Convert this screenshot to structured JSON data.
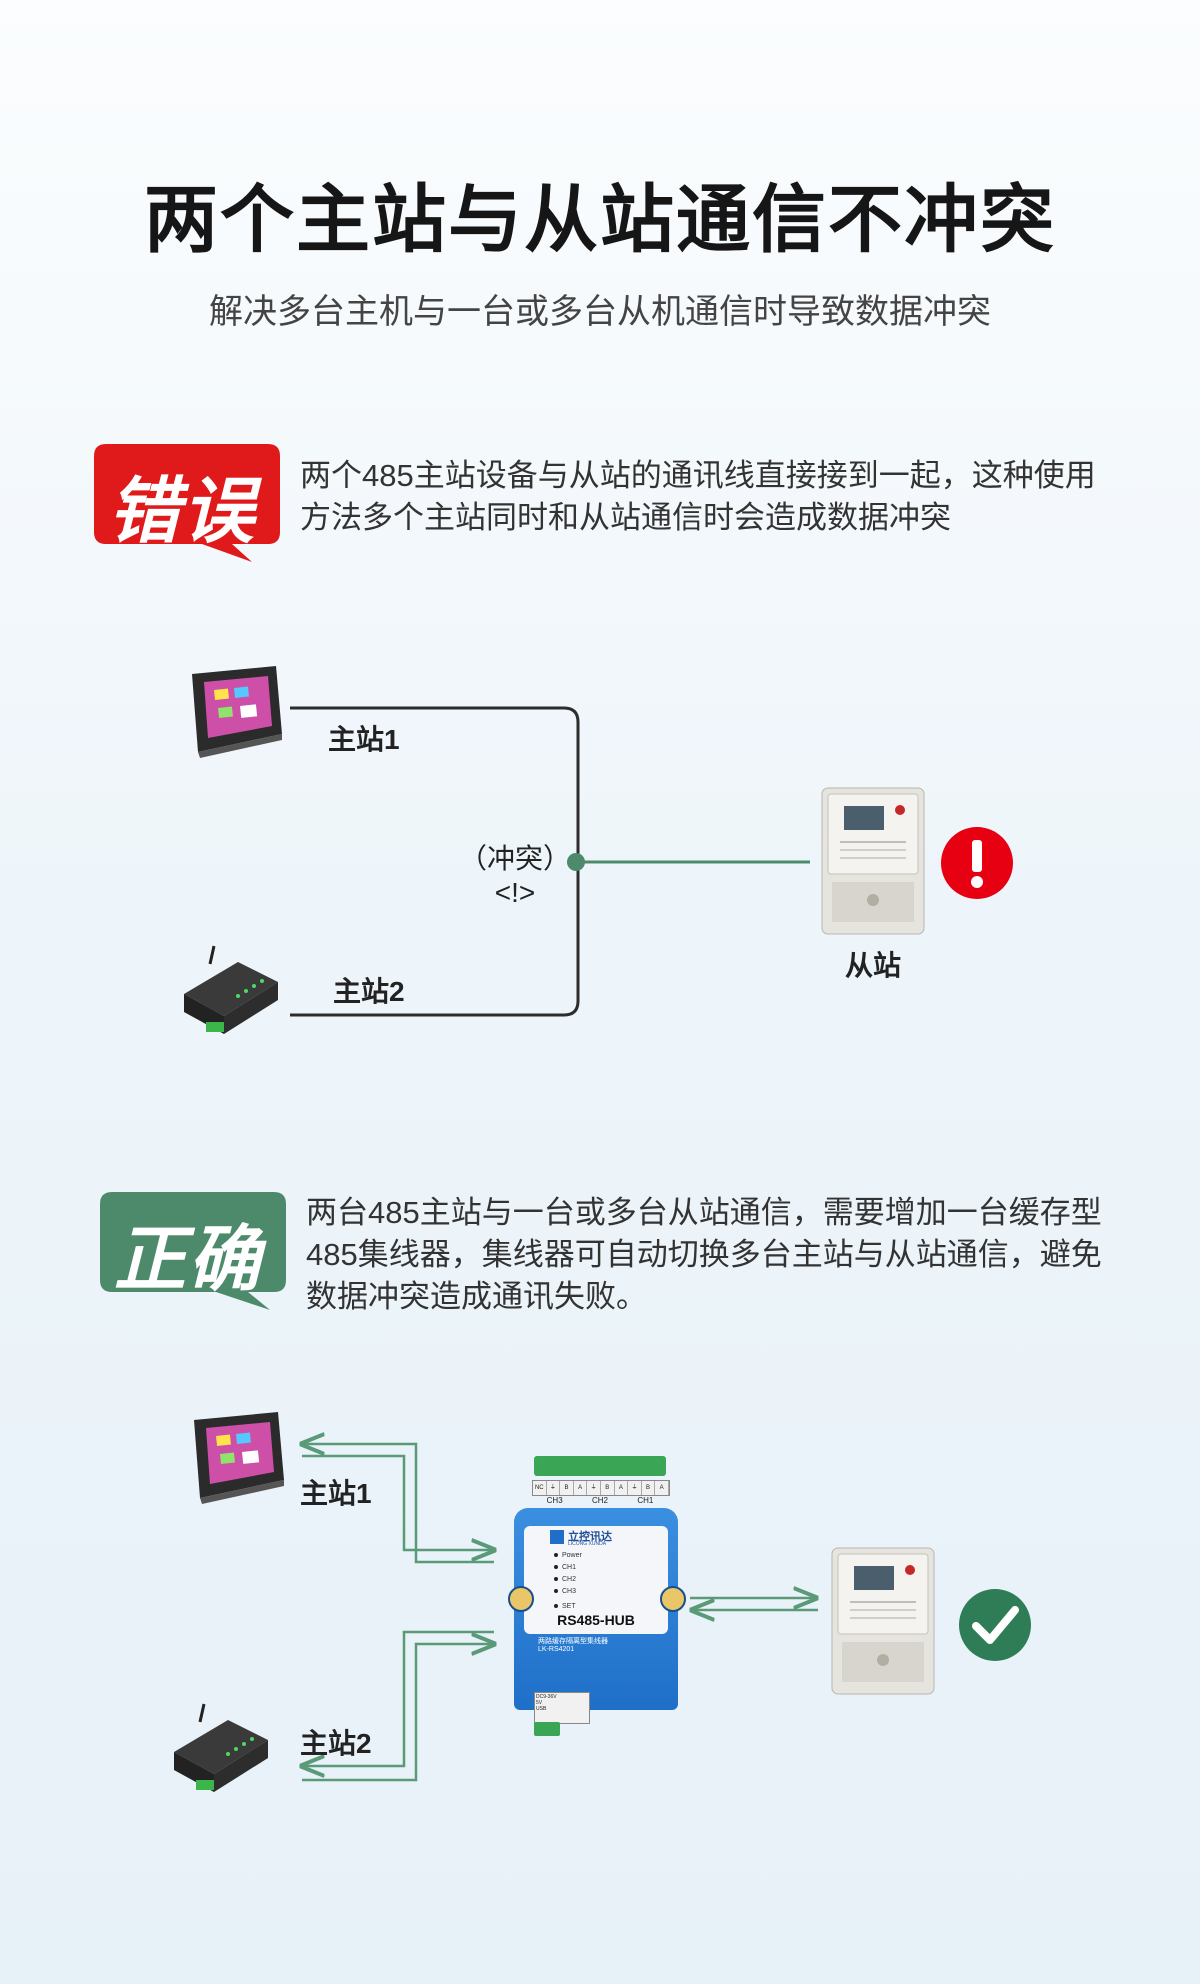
{
  "header": {
    "title": "两个主站与从站通信不冲突",
    "subtitle": "解决多台主机与一台或多台从机通信时导致数据冲突"
  },
  "wrong_section": {
    "badge": "错误",
    "badge_color": "#e01a1a",
    "description": "两个485主站设备与从站的通讯线直接接到一起，这种使用方法多个主站同时和从站通信时会造成数据冲突",
    "master1_label": "主站1",
    "master2_label": "主站2",
    "conflict_label": "（冲突）",
    "conflict_mark": "<!>",
    "slave_label": "从站",
    "alert_icon": "exclamation-icon",
    "alert_color": "#e60012"
  },
  "right_section": {
    "badge": "正确",
    "badge_color": "#4d8a6c",
    "description": "两台485主站与一台或多台从站通信，需要增加一台缓存型485集线器，集线器可自动切换多台主站与从站通信，避免数据冲突造成通讯失败。",
    "master1_label": "主站1",
    "master2_label": "主站2",
    "check_icon": "checkmark-icon",
    "check_color": "#2e7d57",
    "hub": {
      "brand": "立控讯达",
      "brand_en": "LICONG XUNDA",
      "led_labels": [
        "Power",
        "CH1",
        "CH2",
        "CH3"
      ],
      "set_label": "SET",
      "model": "RS485-HUB",
      "subtitle": "两路缓存隔离型集线器",
      "part_no": "LK-RS4201",
      "terminal_groups": [
        "CH3",
        "CH2",
        "CH1"
      ],
      "terminal_pins": [
        "NC",
        "⏚",
        "B",
        "A",
        "⏚",
        "B",
        "A",
        "⏚",
        "B",
        "A"
      ],
      "power_labels": [
        "DC9-36V",
        "5V",
        "USB"
      ]
    }
  },
  "colors": {
    "line": "#2d2d2d",
    "slave_line": "#4d8a6c",
    "arrow": "#5a9a78"
  }
}
